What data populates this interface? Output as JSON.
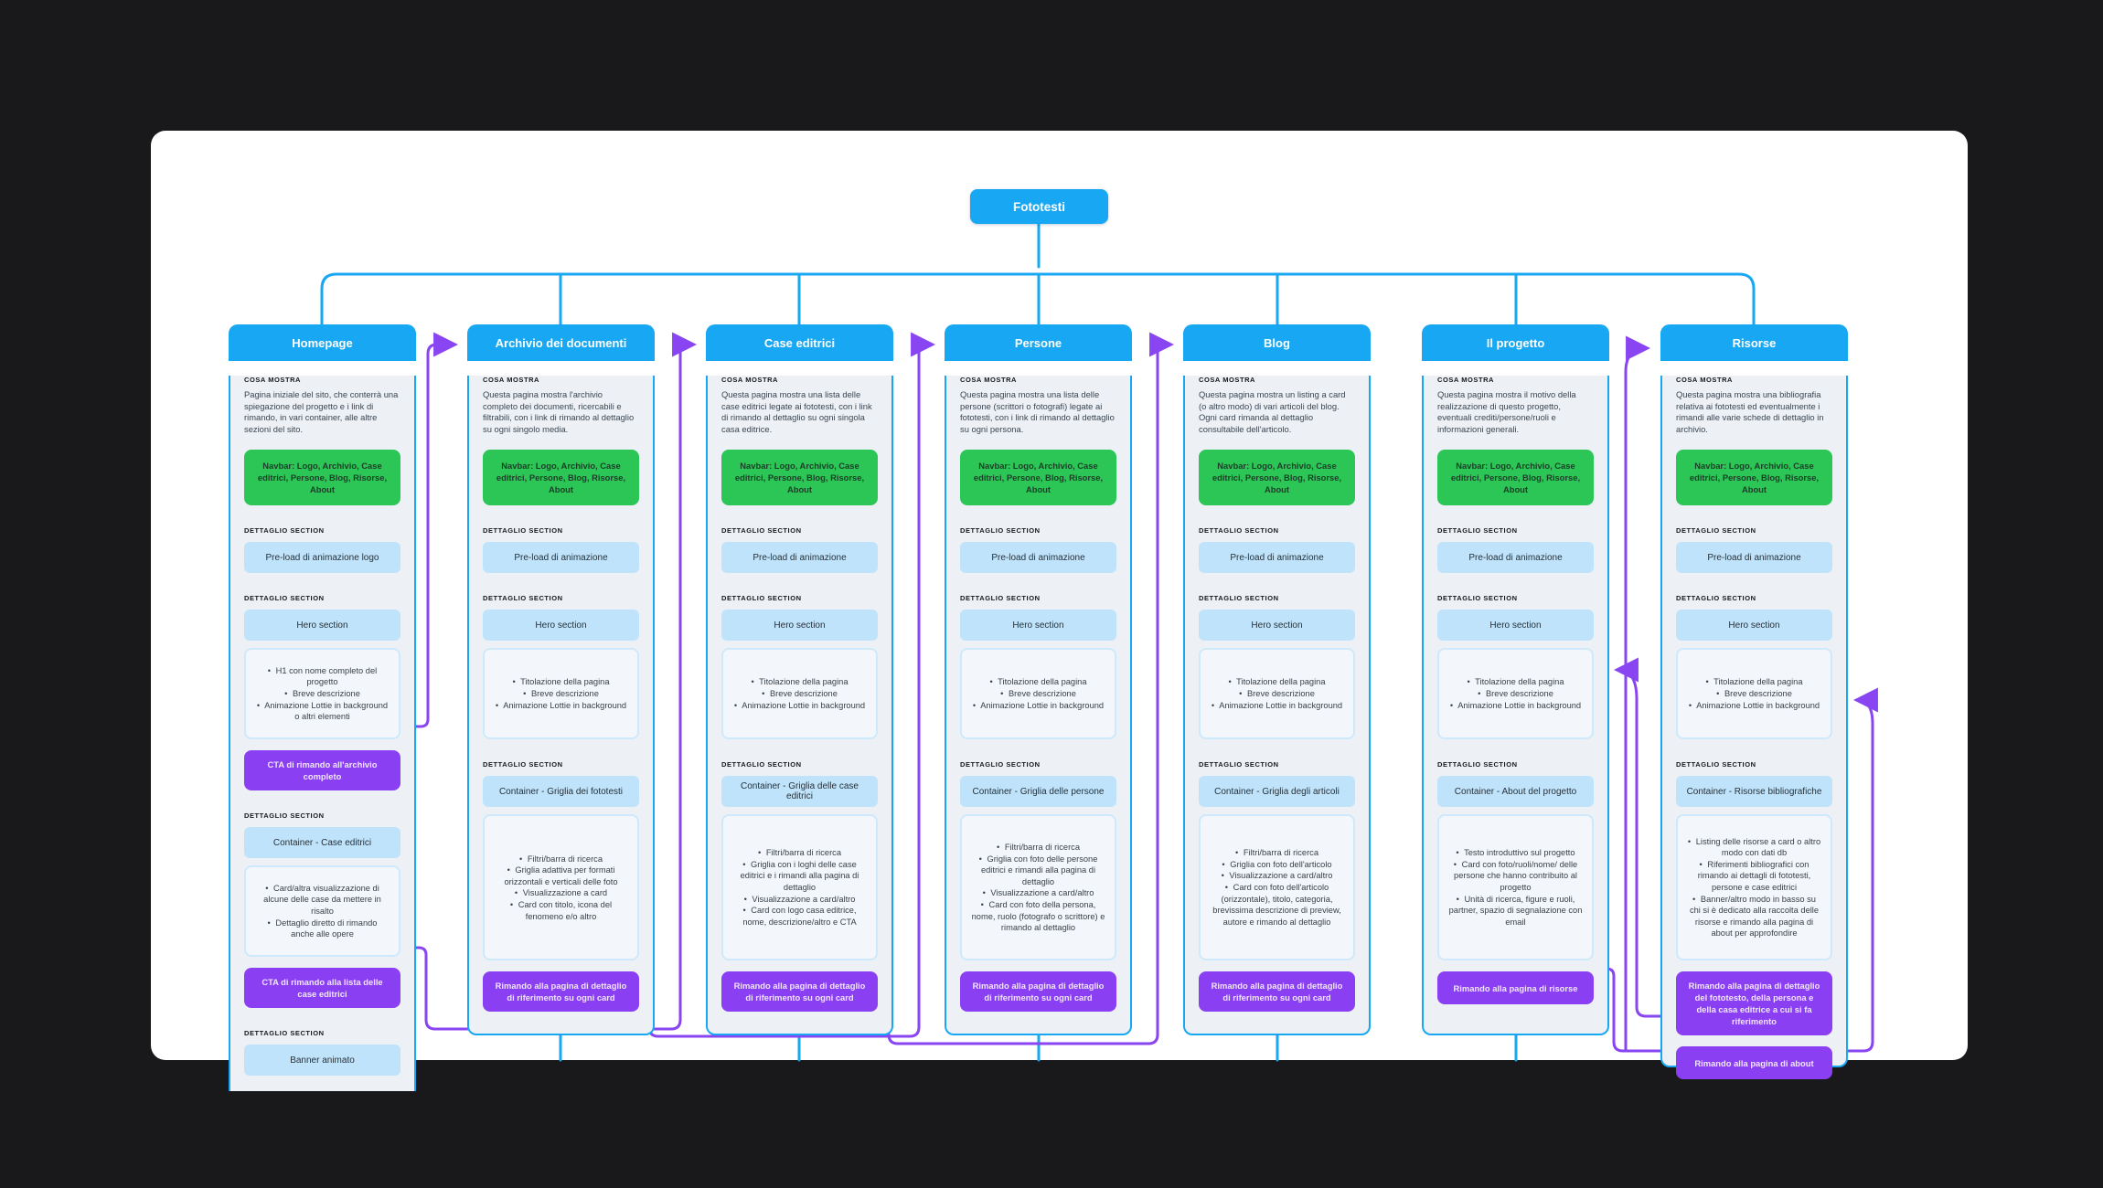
{
  "root": {
    "title": "Fototesti"
  },
  "labels": {
    "cosa_mostra": "COSA MOSTRA",
    "dettaglio": "DETTAGLIO SECTION"
  },
  "colors": {
    "accent_blue": "#18a7f2",
    "green": "#2bc656",
    "light_blue_box": "#bfe3fa",
    "purple": "#8a3ff2",
    "column_bg": "#edf1f6",
    "canvas": "#ffffff",
    "backdrop": "#19191b"
  },
  "columns": [
    {
      "id": "homepage",
      "title": "Homepage",
      "description": "Pagina iniziale del sito, che conterrà una spiegazione del progetto e i link di rimando, in vari container, alle altre sezioni del sito.",
      "navbar": "Navbar: Logo, Archivio, Case editrici, Persone, Blog, Risorse, About",
      "sections": [
        {
          "box": "Pre-load di animazione logo"
        },
        {
          "box": "Hero section",
          "bullets": [
            "H1 con nome completo del progetto",
            "Breve descrizione",
            "Animazione Lottie in background o altri elementi"
          ],
          "bullet_style": "tall",
          "ctas": [
            "CTA di rimando all'archivio completo"
          ]
        },
        {
          "box": "Container - Case editrici",
          "bullets": [
            "Card/altra visualizzazione di alcune delle case da mettere in risalto",
            "Dettaglio diretto di rimando anche alle opere"
          ],
          "bullet_style": "tall",
          "ctas": [
            "CTA di rimando alla lista delle case editrici"
          ]
        },
        {
          "box": "Banner animato"
        }
      ]
    },
    {
      "id": "archivio",
      "title": "Archivio dei documenti",
      "description": "Questa pagina mostra l'archivio completo dei documenti, ricercabili e filtrabili, con i link di rimando al dettaglio su ogni singolo media.",
      "navbar": "Navbar: Logo, Archivio, Case editrici, Persone, Blog, Risorse, About",
      "sections": [
        {
          "box": "Pre-load di animazione"
        },
        {
          "box": "Hero section",
          "bullets": [
            "Titolazione della pagina",
            "Breve descrizione",
            "Animazione Lottie in background"
          ],
          "bullet_style": "tall"
        },
        {
          "box": "Container - Griglia dei fototesti",
          "bullets": [
            "Filtri/barra di ricerca",
            "Griglia adattiva per formati orizzontali e verticali delle foto",
            "Visualizzazione a card",
            "Card con titolo, icona del fenomeno e/o altro"
          ],
          "bullet_style": "grid",
          "ctas": [
            "Rimando alla pagina di dettaglio di riferimento su ogni card"
          ]
        }
      ]
    },
    {
      "id": "case-editrici",
      "title": "Case editrici",
      "description": "Questa pagina mostra una lista delle case editrici legate ai fototesti, con i link di rimando al dettaglio su ogni singola casa editrice.",
      "navbar": "Navbar: Logo, Archivio, Case editrici, Persone, Blog, Risorse, About",
      "sections": [
        {
          "box": "Pre-load di animazione"
        },
        {
          "box": "Hero section",
          "bullets": [
            "Titolazione della pagina",
            "Breve descrizione",
            "Animazione Lottie in background"
          ],
          "bullet_style": "tall"
        },
        {
          "box": "Container - Griglia delle case editrici",
          "bullets": [
            "Filtri/barra di ricerca",
            "Griglia con i loghi delle case editrici e i rimandi alla pagina di dettaglio",
            "Visualizzazione a card/altro",
            "Card con logo casa editrice, nome, descrizione/altro e CTA"
          ],
          "bullet_style": "grid",
          "ctas": [
            "Rimando alla pagina di dettaglio di riferimento su ogni card"
          ]
        }
      ]
    },
    {
      "id": "persone",
      "title": "Persone",
      "description": "Questa pagina mostra una lista delle persone (scrittori o fotografi) legate ai fototesti, con i link di rimando al dettaglio su ogni persona.",
      "navbar": "Navbar: Logo, Archivio, Case editrici, Persone, Blog, Risorse, About",
      "sections": [
        {
          "box": "Pre-load di animazione"
        },
        {
          "box": "Hero section",
          "bullets": [
            "Titolazione della pagina",
            "Breve descrizione",
            "Animazione Lottie in background"
          ],
          "bullet_style": "tall"
        },
        {
          "box": "Container - Griglia delle persone",
          "bullets": [
            "Filtri/barra di ricerca",
            "Griglia con foto delle persone editrici e rimandi alla pagina di dettaglio",
            "Visualizzazione a card/altro",
            "Card con foto della persona, nome, ruolo (fotografo o scrittore) e rimando al dettaglio"
          ],
          "bullet_style": "grid",
          "ctas": [
            "Rimando alla pagina di dettaglio di riferimento su ogni card"
          ]
        }
      ]
    },
    {
      "id": "blog",
      "title": "Blog",
      "description": "Questa pagina mostra un listing a card (o altro modo) di vari articoli del blog. Ogni card rimanda al dettaglio consultabile dell'articolo.",
      "navbar": "Navbar: Logo, Archivio, Case editrici, Persone, Blog, Risorse, About",
      "sections": [
        {
          "box": "Pre-load di animazione"
        },
        {
          "box": "Hero section",
          "bullets": [
            "Titolazione della pagina",
            "Breve descrizione",
            "Animazione Lottie in background"
          ],
          "bullet_style": "tall"
        },
        {
          "box": "Container - Griglia degli articoli",
          "bullets": [
            "Filtri/barra di ricerca",
            "Griglia con foto dell'articolo",
            "Visualizzazione a card/altro",
            "Card con foto dell'articolo (orizzontale), titolo, categoria, brevissima descrizione di preview, autore e rimando al dettaglio"
          ],
          "bullet_style": "grid",
          "ctas": [
            "Rimando alla pagina di dettaglio di riferimento su ogni card"
          ]
        }
      ]
    },
    {
      "id": "il-progetto",
      "title": "Il progetto",
      "description": "Questa pagina mostra il motivo della realizzazione di questo progetto, eventuali crediti/persone/ruoli e informazioni generali.",
      "navbar": "Navbar: Logo, Archivio, Case editrici, Persone, Blog, Risorse, About",
      "sections": [
        {
          "box": "Pre-load di animazione"
        },
        {
          "box": "Hero section",
          "bullets": [
            "Titolazione della pagina",
            "Breve descrizione",
            "Animazione Lottie in background"
          ],
          "bullet_style": "tall"
        },
        {
          "box": "Container - About del progetto",
          "bullets": [
            "Testo introduttivo sul progetto",
            "Card con foto/ruoli/nome/ delle persone che hanno contribuito al progetto",
            "Unità di ricerca, figure e ruoli, partner, spazio di segnalazione con email"
          ],
          "bullet_style": "grid",
          "ctas": [
            "Rimando alla pagina di risorse"
          ]
        }
      ]
    },
    {
      "id": "risorse",
      "title": "Risorse",
      "description": "Questa pagina mostra una bibliografia relativa ai fototesti ed eventualmente i rimandi alle varie schede di dettaglio in archivio.",
      "navbar": "Navbar: Logo, Archivio, Case editrici, Persone, Blog, Risorse, About",
      "sections": [
        {
          "box": "Pre-load di animazione"
        },
        {
          "box": "Hero section",
          "bullets": [
            "Titolazione della pagina",
            "Breve descrizione",
            "Animazione Lottie in background"
          ],
          "bullet_style": "tall"
        },
        {
          "box": "Container - Risorse bibliografiche",
          "bullets": [
            "Listing delle risorse a card o altro modo con dati db",
            "Riferimenti bibliografici con rimando ai dettagli di fototesti, persone e case editrici",
            "Banner/altro modo in basso su chi si è dedicato alla raccolta delle risorse e rimando alla pagina di about per approfondire"
          ],
          "bullet_style": "grid",
          "ctas": [
            "Rimando alla pagina di dettaglio del fototesto, della persona e della casa editrice a cui si fa riferimento",
            "Rimando alla pagina di about"
          ]
        }
      ]
    }
  ]
}
